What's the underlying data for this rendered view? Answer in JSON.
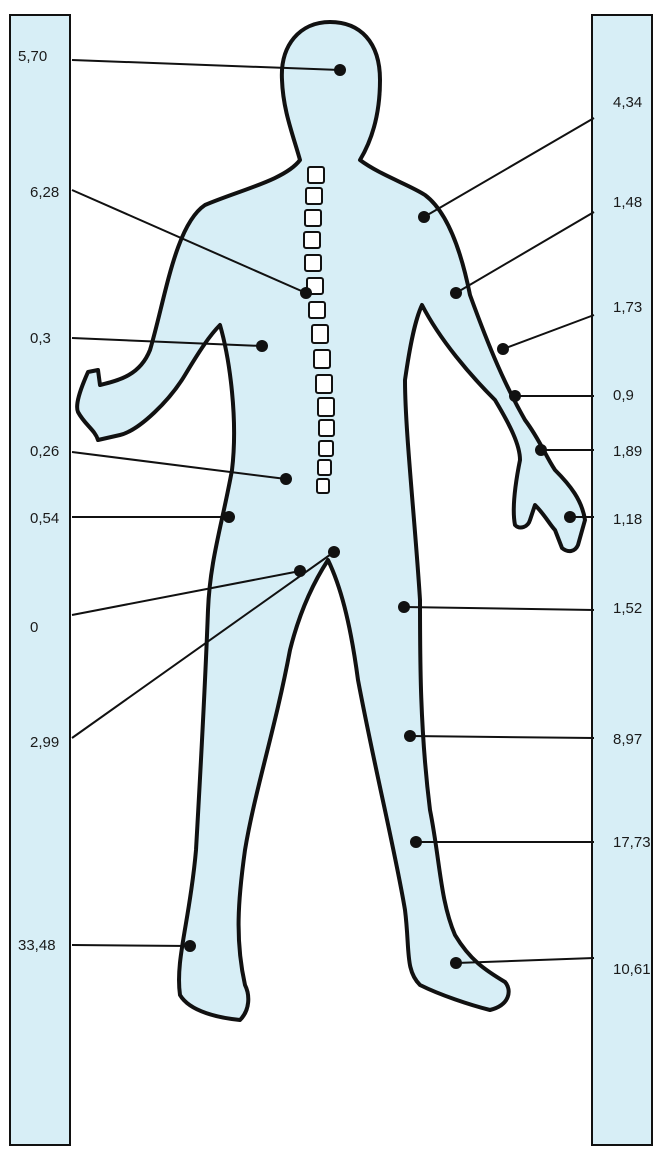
{
  "colors": {
    "fill": "#d7eef6",
    "outline": "#111111",
    "background": "#ffffff"
  },
  "left_labels": [
    {
      "id": "head",
      "value": "5,70"
    },
    {
      "id": "spine",
      "value": "6,28"
    },
    {
      "id": "chest-left",
      "value": "0,3"
    },
    {
      "id": "abdomen-left",
      "value": "0,26"
    },
    {
      "id": "hip-side-left",
      "value": "0,54"
    },
    {
      "id": "groin-left",
      "value": "0"
    },
    {
      "id": "genitals",
      "value": "2,99"
    },
    {
      "id": "foot-left",
      "value": "33,48"
    }
  ],
  "right_labels": [
    {
      "id": "shoulder-right",
      "value": "4,34"
    },
    {
      "id": "upper-arm-right",
      "value": "1,48"
    },
    {
      "id": "elbow-right",
      "value": "1,73"
    },
    {
      "id": "forearm-right",
      "value": "0,9"
    },
    {
      "id": "wrist-right",
      "value": "1,89"
    },
    {
      "id": "hand-right",
      "value": "1,18"
    },
    {
      "id": "thigh-right",
      "value": "1,52"
    },
    {
      "id": "knee-right",
      "value": "8,97"
    },
    {
      "id": "shin-right",
      "value": "17,73"
    },
    {
      "id": "foot-right",
      "value": "10,61"
    }
  ]
}
